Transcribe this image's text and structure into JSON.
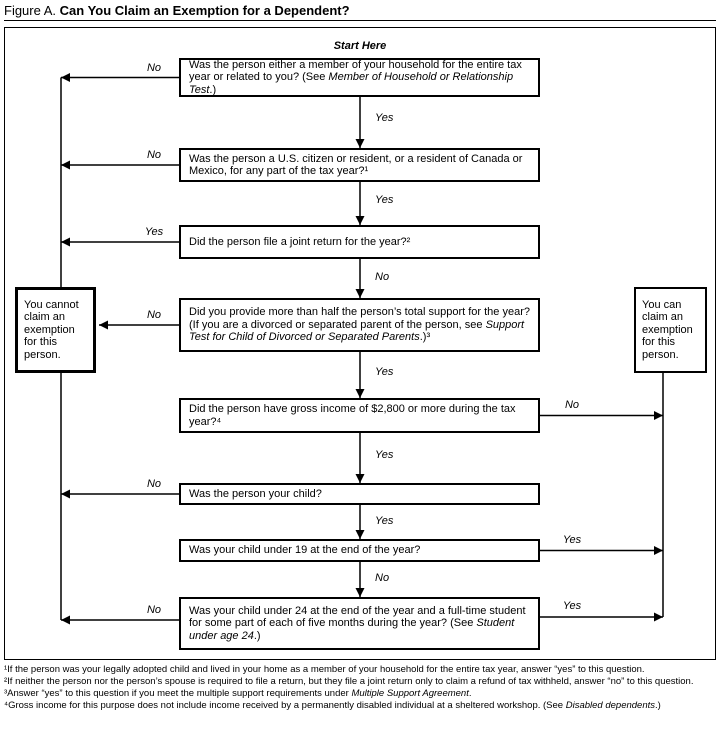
{
  "title": {
    "prefix": "Figure A.",
    "main": "Can You Claim an Exemption for a Dependent?"
  },
  "flowchart": {
    "start_label": "Start Here",
    "edge_labels": {
      "yes": "Yes",
      "no": "No"
    },
    "questions": [
      {
        "segments": [
          {
            "t": "Was the person either a member of your household for the entire tax year or related to you? (See "
          },
          {
            "t": "Member of Household or Relationship Test",
            "i": true
          },
          {
            "t": ".)"
          }
        ]
      },
      {
        "segments": [
          {
            "t": "Was the person a U.S. citizen or resident, or a resident of Canada or Mexico, for any part of the tax year?¹"
          }
        ]
      },
      {
        "segments": [
          {
            "t": "Did the person file a joint return for the year?²"
          }
        ]
      },
      {
        "segments": [
          {
            "t": "Did you provide more than half the person’s total support for the year? (If you are a divorced or separated parent of the person, see "
          },
          {
            "t": "Support Test for Child of Divorced or Separated Parents",
            "i": true
          },
          {
            "t": ".)³"
          }
        ]
      },
      {
        "segments": [
          {
            "t": "Did the person have gross income of $2,800 or more during the tax year?⁴"
          }
        ]
      },
      {
        "segments": [
          {
            "t": "Was the person your child?"
          }
        ]
      },
      {
        "segments": [
          {
            "t": "Was your child under 19 at the end of the year?"
          }
        ]
      },
      {
        "segments": [
          {
            "t": "Was your child under 24 at the end of the year and a full-time student for some part of each of five months during the year? (See "
          },
          {
            "t": "Student under age 24",
            "i": true
          },
          {
            "t": ".)"
          }
        ]
      }
    ],
    "outcomes": {
      "cannot_claim": "You cannot claim an exemption for this person.",
      "can_claim": "You can claim an exemption for this person."
    }
  },
  "footnotes": [
    {
      "segments": [
        {
          "t": "¹If the person was your legally adopted child and lived in your home as a member of your household for the entire tax year, answer “yes” to this question."
        }
      ]
    },
    {
      "segments": [
        {
          "t": "²If neither the person nor the person’s spouse is required to file a return, but they file a joint return only to claim a refund of tax withheld, answer “no” to this question."
        }
      ]
    },
    {
      "segments": [
        {
          "t": "³Answer “yes” to this question if you meet the multiple support requirements under "
        },
        {
          "t": "Multiple Support Agreement",
          "i": true
        },
        {
          "t": "."
        }
      ]
    },
    {
      "segments": [
        {
          "t": "⁴Gross income for this purpose does not include income received by a permanently disabled individual at a sheltered workshop. (See "
        },
        {
          "t": "Disabled dependents",
          "i": true
        },
        {
          "t": ".)"
        }
      ]
    }
  ]
}
